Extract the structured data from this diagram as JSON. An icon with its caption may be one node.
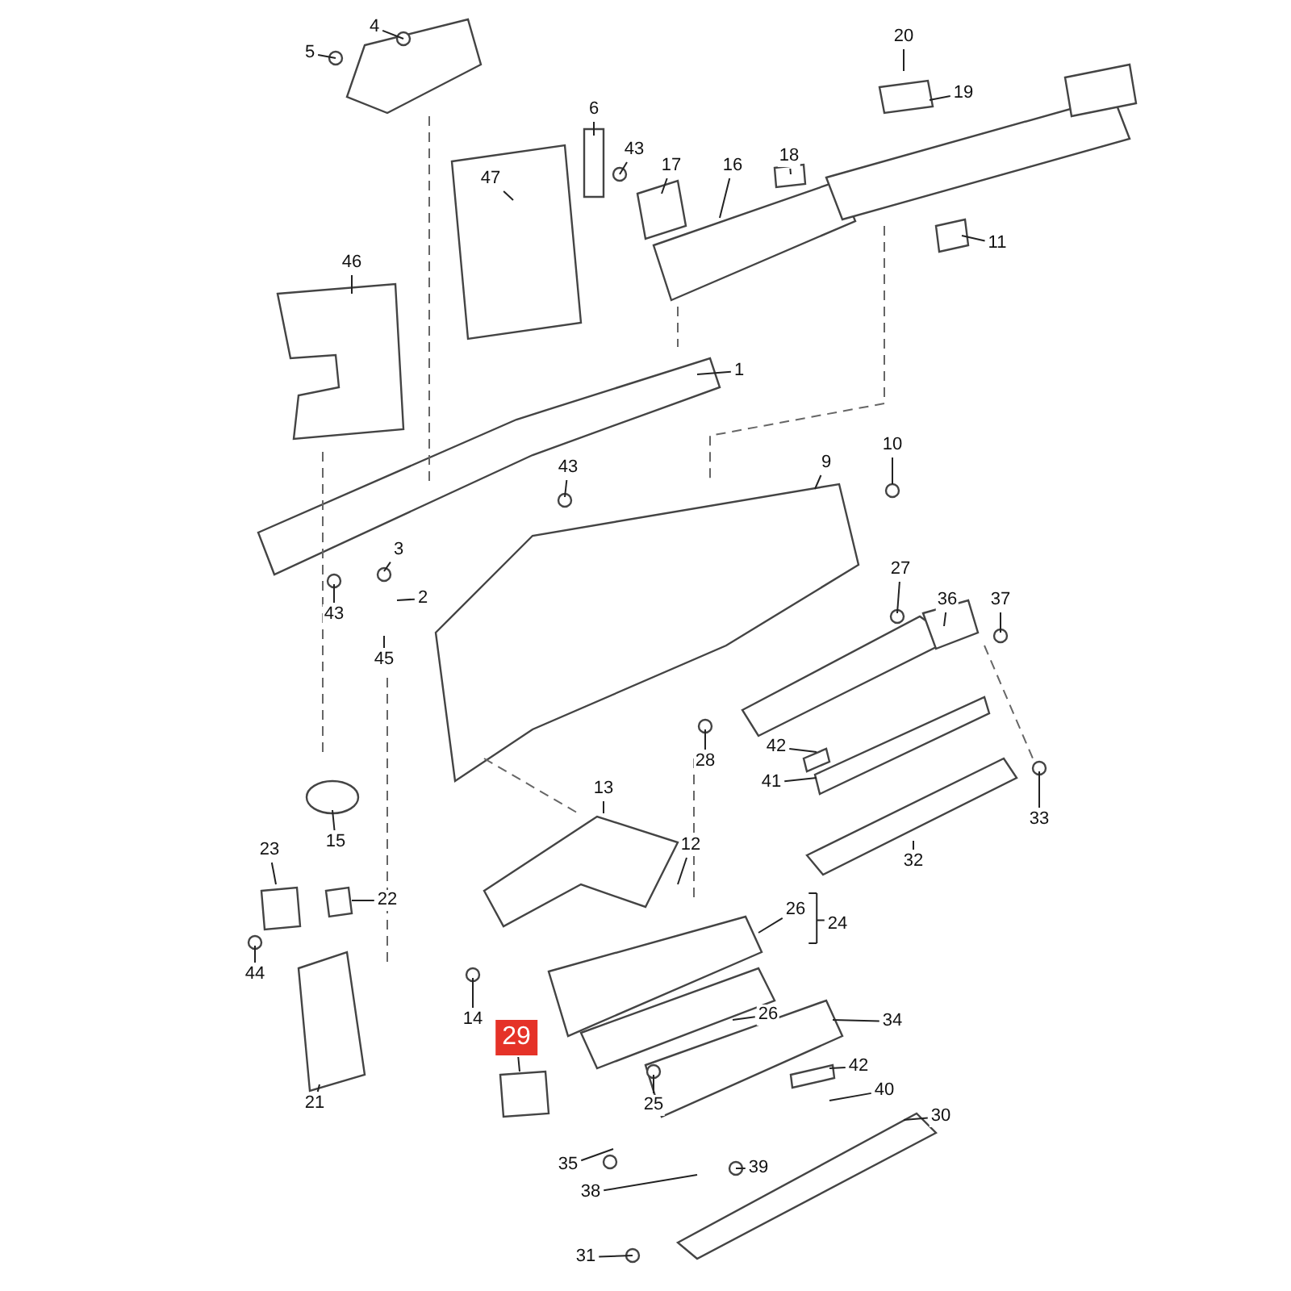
{
  "diagram": {
    "nodes": [
      {
        "text": [
          "4"
        ]
      },
      {
        "text": [
          "5"
        ]
      },
      {
        "text": [
          "47"
        ]
      },
      {
        "text": [
          "46"
        ]
      },
      {
        "text": [
          "6"
        ]
      },
      {
        "text": [
          "43"
        ]
      },
      {
        "text": [
          "17"
        ]
      },
      {
        "text": [
          "16"
        ]
      },
      {
        "text": [
          "18"
        ]
      },
      {
        "text": [
          "20"
        ]
      },
      {
        "text": [
          "19"
        ]
      },
      {
        "text": [
          "11"
        ]
      },
      {
        "text": [
          "1"
        ]
      },
      {
        "text": [
          "10"
        ]
      },
      {
        "text": [
          "9"
        ]
      },
      {
        "text": [
          "43"
        ]
      },
      {
        "text": [
          "3"
        ]
      },
      {
        "text": [
          "2"
        ]
      },
      {
        "text": [
          "43"
        ]
      },
      {
        "text": [
          "45"
        ]
      },
      {
        "text": [
          "27"
        ]
      },
      {
        "text": [
          "36"
        ]
      },
      {
        "text": [
          "37"
        ]
      },
      {
        "text": [
          "28"
        ]
      },
      {
        "text": [
          "42"
        ]
      },
      {
        "text": [
          "41"
        ]
      },
      {
        "text": [
          "33"
        ]
      },
      {
        "text": [
          "32"
        ]
      },
      {
        "text": [
          "15"
        ]
      },
      {
        "text": [
          "13"
        ]
      },
      {
        "text": [
          "12"
        ]
      },
      {
        "text": [
          "23"
        ]
      },
      {
        "text": [
          "22"
        ]
      },
      {
        "text": [
          "44"
        ]
      },
      {
        "text": [
          "26"
        ]
      },
      {
        "text": [
          "24"
        ]
      },
      {
        "text": [
          "14"
        ]
      },
      {
        "text": [
          "29"
        ]
      },
      {
        "text": [
          "26"
        ]
      },
      {
        "text": [
          "34"
        ]
      },
      {
        "text": [
          "42"
        ]
      },
      {
        "text": [
          "40"
        ]
      },
      {
        "text": [
          "25"
        ]
      },
      {
        "text": [
          "21"
        ]
      },
      {
        "text": [
          "30"
        ]
      },
      {
        "text": [
          "35"
        ]
      },
      {
        "text": [
          "39"
        ]
      },
      {
        "text": [
          "38"
        ]
      },
      {
        "text": [
          "31"
        ]
      }
    ],
    "edges": [
      {
        "from": 0,
        "to": null,
        "arrow": "none"
      },
      {
        "from": 1,
        "to": null,
        "arrow": "none"
      },
      {
        "from": 2,
        "to": null,
        "arrow": "none"
      },
      {
        "from": 3,
        "to": null,
        "arrow": "none"
      },
      {
        "from": 4,
        "to": null,
        "arrow": "none"
      },
      {
        "from": 5,
        "to": null,
        "arrow": "none"
      },
      {
        "from": 6,
        "to": null,
        "arrow": "none"
      },
      {
        "from": 7,
        "to": null,
        "arrow": "none"
      },
      {
        "from": 8,
        "to": null,
        "arrow": "none"
      },
      {
        "from": 9,
        "to": null,
        "arrow": "none"
      },
      {
        "from": 10,
        "to": null,
        "arrow": "none"
      },
      {
        "from": 11,
        "to": null,
        "arrow": "none"
      },
      {
        "from": 12,
        "to": null,
        "arrow": "none"
      },
      {
        "from": 13,
        "to": null,
        "arrow": "none"
      },
      {
        "from": 14,
        "to": null,
        "arrow": "none"
      },
      {
        "from": 15,
        "to": null,
        "arrow": "none"
      },
      {
        "from": 16,
        "to": null,
        "arrow": "none"
      },
      {
        "from": 17,
        "to": null,
        "arrow": "none"
      },
      {
        "from": 18,
        "to": null,
        "arrow": "none"
      },
      {
        "from": 19,
        "to": null,
        "arrow": "none"
      },
      {
        "from": 20,
        "to": null,
        "arrow": "none"
      },
      {
        "from": 21,
        "to": null,
        "arrow": "none"
      },
      {
        "from": 22,
        "to": null,
        "arrow": "none"
      },
      {
        "from": 23,
        "to": null,
        "arrow": "none"
      },
      {
        "from": 24,
        "to": null,
        "arrow": "none"
      },
      {
        "from": 25,
        "to": null,
        "arrow": "none"
      },
      {
        "from": 26,
        "to": null,
        "arrow": "none"
      },
      {
        "from": 27,
        "to": null,
        "arrow": "none"
      },
      {
        "from": 28,
        "to": null,
        "arrow": "none"
      },
      {
        "from": 29,
        "to": null,
        "arrow": "none"
      },
      {
        "from": 30,
        "to": null,
        "arrow": "none"
      },
      {
        "from": 31,
        "to": null,
        "arrow": "none"
      },
      {
        "from": 32,
        "to": null,
        "arrow": "none"
      },
      {
        "from": 33,
        "to": null,
        "arrow": "none"
      },
      {
        "from": 34,
        "to": null,
        "arrow": "none"
      },
      {
        "from": 35,
        "to": 34,
        "arrow": "none"
      },
      {
        "from": 36,
        "to": null,
        "arrow": "none"
      },
      {
        "from": 37,
        "to": null,
        "arrow": "none"
      },
      {
        "from": 38,
        "to": null,
        "arrow": "none"
      },
      {
        "from": 39,
        "to": null,
        "arrow": "none"
      },
      {
        "from": 40,
        "to": null,
        "arrow": "none"
      },
      {
        "from": 41,
        "to": null,
        "arrow": "none"
      },
      {
        "from": 42,
        "to": null,
        "arrow": "none"
      },
      {
        "from": 43,
        "to": null,
        "arrow": "none"
      },
      {
        "from": 44,
        "to": null,
        "arrow": "none"
      },
      {
        "from": 45,
        "to": null,
        "arrow": "none"
      },
      {
        "from": 46,
        "to": null,
        "arrow": "none"
      },
      {
        "from": 47,
        "to": null,
        "arrow": "none"
      },
      {
        "from": 48,
        "to": null,
        "arrow": "none"
      }
    ]
  }
}
